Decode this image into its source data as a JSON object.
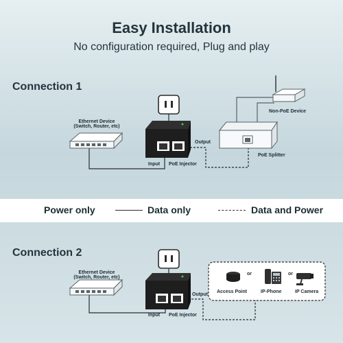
{
  "header": {
    "title": "Easy Installation",
    "subtitle": "No configuration required, Plug and play"
  },
  "connection1": {
    "title": "Connection 1",
    "ethernet_label_line1": "Ethernet Device",
    "ethernet_label_line2": "(Switch, Router, etc)",
    "input_label": "Input",
    "injector_label": "PoE Injector",
    "output_label": "Output",
    "nonpoe_label": "Non-PoE Device",
    "splitter_label": "PoE Splitter"
  },
  "legend": {
    "power_only": "Power only",
    "data_only": "Data only",
    "data_and_power": "Data and Power"
  },
  "connection2": {
    "title": "Connection 2",
    "ethernet_label_line1": "Ethernet Device",
    "ethernet_label_line2": "(Switch, Router, etc)",
    "input_label": "Input",
    "injector_label": "PoE Injector",
    "output_label": "Output",
    "devices": [
      "Access Point",
      "IP-Phone",
      "IP Camera"
    ],
    "or_label": "or"
  }
}
